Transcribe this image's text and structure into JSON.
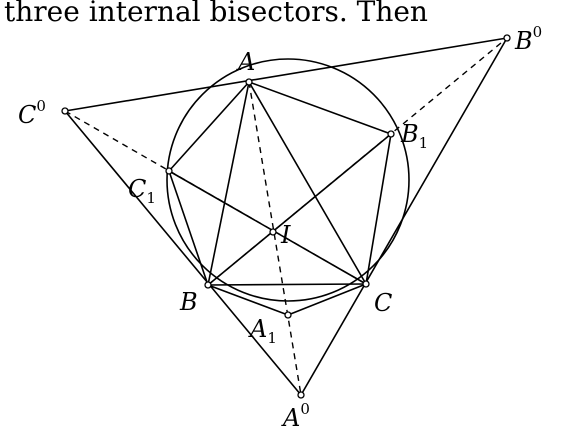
{
  "caption": "three internal bisectors. Then",
  "points": [
    {
      "id": "A",
      "label": "A",
      "sub": "",
      "sup": ""
    },
    {
      "id": "B",
      "label": "B",
      "sub": "",
      "sup": ""
    },
    {
      "id": "C",
      "label": "C",
      "sub": "",
      "sup": ""
    },
    {
      "id": "I",
      "label": "I",
      "sub": "",
      "sup": ""
    },
    {
      "id": "A1",
      "label": "A",
      "sub": "1",
      "sup": ""
    },
    {
      "id": "B1",
      "label": "B",
      "sub": "1",
      "sup": ""
    },
    {
      "id": "C1",
      "label": "C",
      "sub": "1",
      "sup": ""
    },
    {
      "id": "A0",
      "label": "A",
      "sub": "",
      "sup": "0"
    },
    {
      "id": "B0",
      "label": "B",
      "sub": "",
      "sup": "0"
    },
    {
      "id": "C0",
      "label": "C",
      "sub": "",
      "sup": "0"
    }
  ]
}
